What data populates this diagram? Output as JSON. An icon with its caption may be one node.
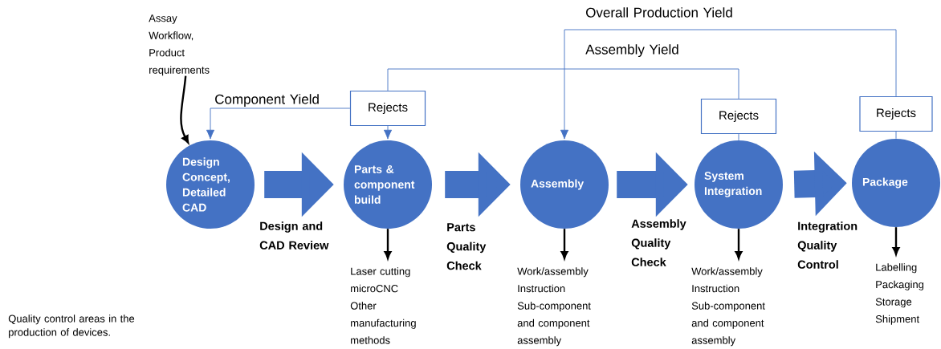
{
  "diagram": {
    "caption": "Quality control areas in the production of devices.",
    "nodes": [
      {
        "text": [
          "Assay Workflow, Product requirements"
        ]
      },
      {
        "text": [
          "Design Concept, Detailed CAD"
        ]
      },
      {
        "text": [
          "Parts & component build"
        ]
      },
      {
        "text": [
          "Assembly"
        ]
      },
      {
        "text": [
          "System Integration"
        ]
      },
      {
        "text": [
          "Package"
        ]
      },
      {
        "text": [
          "Rejects"
        ]
      },
      {
        "text": [
          "Rejects"
        ]
      },
      {
        "text": [
          "Rejects"
        ]
      },
      {
        "text": [
          "Laser cutting microCNC Other manufacturing methods"
        ]
      },
      {
        "text": [
          "Work/assembly Instruction Sub-component and component assembly"
        ]
      },
      {
        "text": [
          "Work/assembly Instruction Sub-component and component assembly"
        ]
      },
      {
        "text": [
          "Labelling Packaging Storage Shipment"
        ]
      }
    ],
    "edges": [
      {
        "from": 0,
        "to": 1,
        "arrow": "to",
        "color": "#000000"
      },
      {
        "from": 1,
        "to": 2,
        "arrow": "to",
        "style": "thick",
        "label": "Design and CAD Review"
      },
      {
        "from": 2,
        "to": 3,
        "arrow": "to",
        "style": "thick",
        "label": "Parts Quality Check"
      },
      {
        "from": 3,
        "to": 4,
        "arrow": "to",
        "style": "thick",
        "label": "Assembly Quality Check"
      },
      {
        "from": 4,
        "to": 5,
        "arrow": "to",
        "style": "thick",
        "label": "Integration Quality Control"
      },
      {
        "from": 6,
        "to": 1,
        "arrow": "to",
        "label": "Component Yield"
      },
      {
        "from": 6,
        "to": 2,
        "arrow": "to"
      },
      {
        "from": 7,
        "to": 6,
        "arrow": "none",
        "label": "Assembly Yield"
      },
      {
        "from": 8,
        "to": 3,
        "arrow": "to",
        "label": "Overall Production  Yield"
      },
      {
        "from": 4,
        "to": 7,
        "arrow": "none"
      },
      {
        "from": 5,
        "to": 8,
        "arrow": "none"
      },
      {
        "from": 2,
        "to": 9,
        "arrow": "to",
        "color": "#000000"
      },
      {
        "from": 3,
        "to": 10,
        "arrow": "to",
        "color": "#000000"
      },
      {
        "from": 4,
        "to": 11,
        "arrow": "to",
        "color": "#000000"
      },
      {
        "from": 5,
        "to": 12,
        "arrow": "to",
        "color": "#000000"
      }
    ]
  }
}
